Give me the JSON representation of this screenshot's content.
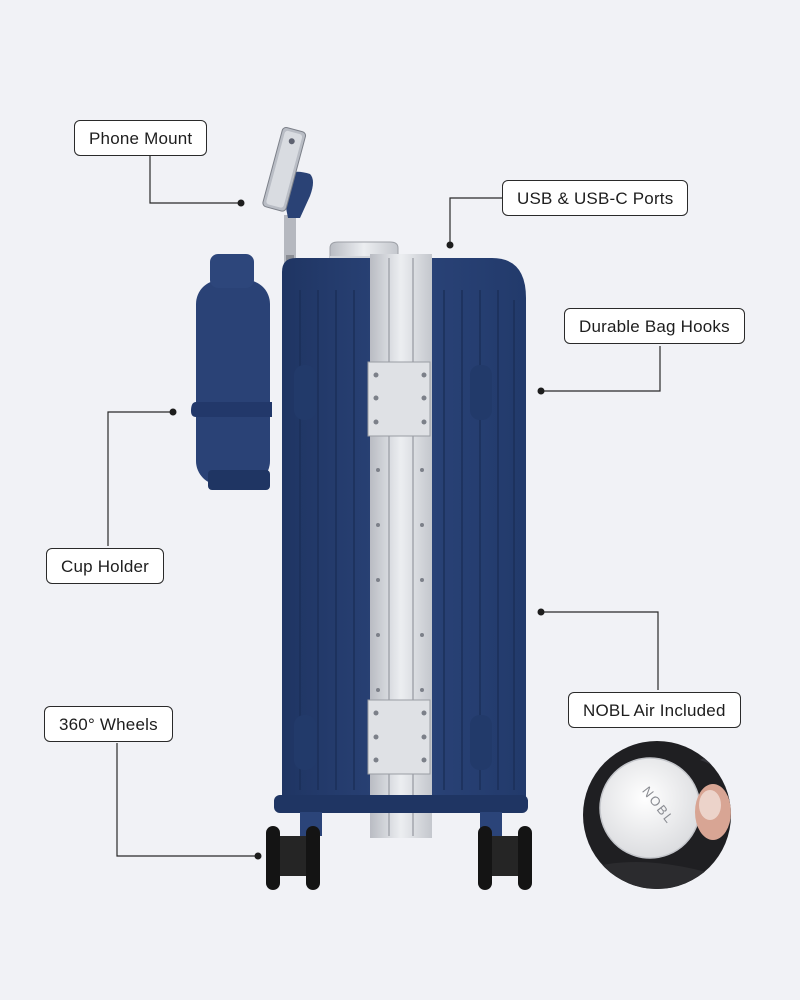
{
  "callouts": {
    "phone_mount": "Phone Mount",
    "usb_ports": "USB & USB-C Ports",
    "bag_hooks": "Durable Bag Hooks",
    "cup_holder": "Cup Holder",
    "wheels": "360° Wheels",
    "nobl_air": "NOBL Air Included"
  },
  "tracker_logo_text": "NOBL",
  "colors": {
    "background": "#f1f2f6",
    "suitcase_navy": "#283f73",
    "frame_silver": "#d9dbe0",
    "leader_line": "#2a2a2a"
  }
}
